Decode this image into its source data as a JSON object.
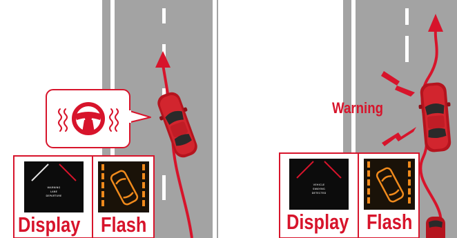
{
  "left_scene": {
    "display_label": "Display",
    "flash_label": "Flash",
    "screen_lines": [
      "WARNING",
      "LANE",
      "DEPARTURE"
    ]
  },
  "right_scene": {
    "warning_label": "Warning",
    "display_label": "Display",
    "flash_label": "Flash",
    "screen_lines": [
      "VEHICLE",
      "SWAYING",
      "DETECTED"
    ]
  },
  "colors": {
    "accent_red": "#d7142b",
    "road_gray": "#a3a3a3",
    "lane_white": "#ffffff",
    "screen_black": "#0c0c0c",
    "indicator_orange": "#f08a1c"
  },
  "icons": [
    "steering-wheel-vibration-icon",
    "car-lane-departure-icon",
    "lightning-bolt-icon"
  ]
}
